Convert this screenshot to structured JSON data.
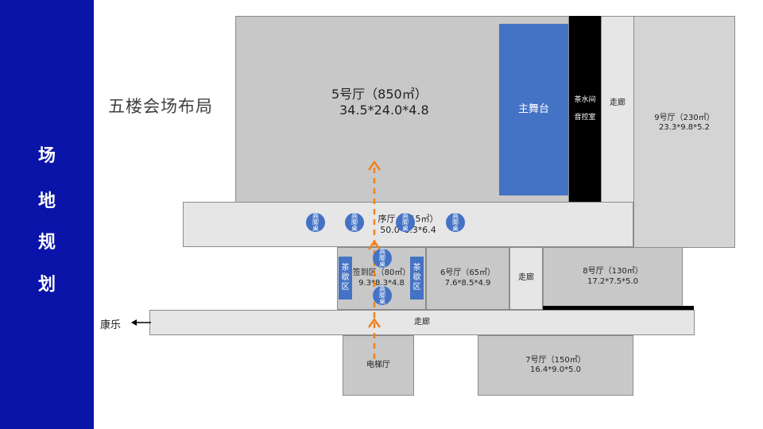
{
  "sidebar": {
    "chars": [
      "场",
      "地",
      "规",
      "划"
    ]
  },
  "map_title": "五楼会场布局",
  "rooms": {
    "hall5": {
      "name": "5号厅（850㎡）",
      "dims": "34.5*24.0*4.8"
    },
    "main_stage": "主舞台",
    "tea_room": "茶水间",
    "control_room": "音控室",
    "corridor_top": "走廊",
    "hall9": {
      "name": "9号厅（230㎡）",
      "dims": "23.3*9.8*5.2"
    },
    "foyer": {
      "name": "序厅（315㎡）",
      "dims": "50.0*6.3*6.4"
    },
    "signin": {
      "name": "签到区（80㎡）",
      "dims": "9.3*8.3*4.8"
    },
    "hall6": {
      "name": "6号厅（65㎡）",
      "dims": "7.6*8.5*4.9"
    },
    "corridor_mid": "走廊",
    "hall8": {
      "name": "8号厅（130㎡）",
      "dims": "17.2*7.5*5.0"
    },
    "corridor_main": "走廊",
    "elevator": "电梯厅",
    "hall7": {
      "name": "7号厅（150㎡）",
      "dims": "16.4*9.0*5.0"
    }
  },
  "tea_break": [
    "茶",
    "歇",
    "区"
  ],
  "spot_label": [
    "高",
    "脚",
    "桌"
  ],
  "kangle": "康乐",
  "colors": {
    "sidebar": "#0a14a8",
    "accent_blue": "#4472c4",
    "arrow": "#f0821e"
  }
}
